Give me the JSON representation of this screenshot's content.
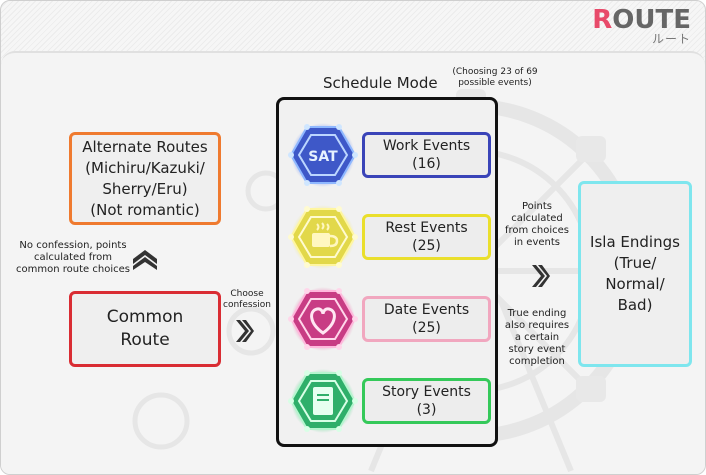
{
  "header": {
    "title_accent": "R",
    "title_rest": "OUTE",
    "subtitle": "ルート"
  },
  "alternate_routes": {
    "lines": [
      "Alternate Routes",
      "(Michiru/Kazuki/",
      "Sherry/Eru)",
      "(Not romantic)"
    ]
  },
  "common_route": {
    "lines": [
      "Common",
      "Route"
    ]
  },
  "no_confession_note": {
    "lines": [
      "No confession, points",
      "calculated from",
      "common route choices"
    ]
  },
  "choose_note": {
    "lines": [
      "Choose",
      "confession"
    ]
  },
  "schedule": {
    "title": "Schedule Mode",
    "note_lines": [
      "(Choosing 23 of 69",
      "possible events)"
    ],
    "events": [
      {
        "label": "Work Events",
        "count": "(16)",
        "icon": "sat-emblem-icon",
        "color": "#3a44b8"
      },
      {
        "label": "Rest Events",
        "count": "(25)",
        "icon": "coffee-cup-icon",
        "color": "#eadf2c"
      },
      {
        "label": "Date Events",
        "count": "(25)",
        "icon": "heart-icon",
        "color": "#f1a7bf"
      },
      {
        "label": "Story Events",
        "count": "(3)",
        "icon": "book-icon",
        "color": "#35c95a"
      }
    ]
  },
  "points_note": {
    "lines": [
      "Points",
      "calculated",
      "from choices",
      "in events"
    ]
  },
  "true_ending_note": {
    "lines": [
      "True ending",
      "also requires",
      "a certain",
      "story event",
      "completion"
    ]
  },
  "isla_endings": {
    "lines": [
      "Isla Endings",
      "(True/",
      "Normal/",
      "Bad)"
    ]
  },
  "colors": {
    "alternate": "#ef7a2f",
    "common": "#d92c33",
    "isla": "#7ee6ee",
    "title_accent": "#e84a6a",
    "schedule_border": "#111111"
  }
}
